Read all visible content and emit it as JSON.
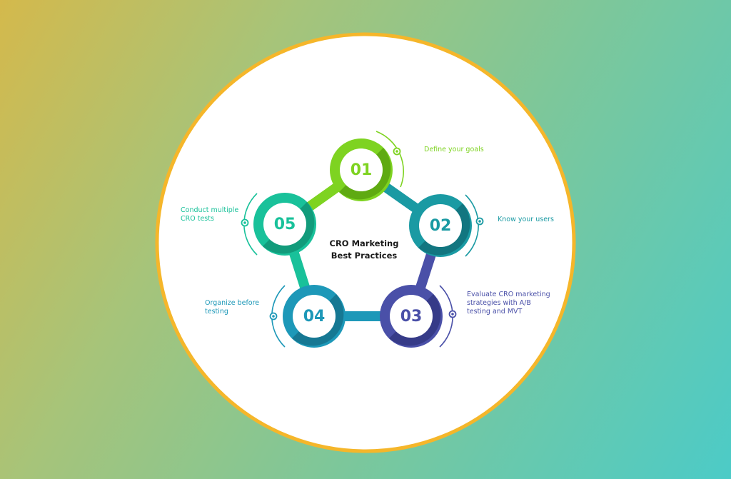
{
  "diagram": {
    "center_title": "CRO Marketing\nBest Practices",
    "steps": [
      {
        "number": "01",
        "label": "Define your goals",
        "color": "#7ed321",
        "dark": "#5faa12"
      },
      {
        "number": "02",
        "label": "Know your users",
        "color": "#1a9aa3",
        "dark": "#127680"
      },
      {
        "number": "03",
        "label": "Evaluate CRO marketing\nstrategies with A/B\ntesting and MVT",
        "color": "#4a50a8",
        "dark": "#363b88"
      },
      {
        "number": "04",
        "label": "Organize before\ntesting",
        "color": "#1d98b8",
        "dark": "#167893"
      },
      {
        "number": "05",
        "label": "Conduct multiple\nCRO tests",
        "color": "#19c19a",
        "dark": "#129b7b"
      }
    ],
    "ring_color": "#f5b62a",
    "disc_color": "#ffffff"
  }
}
